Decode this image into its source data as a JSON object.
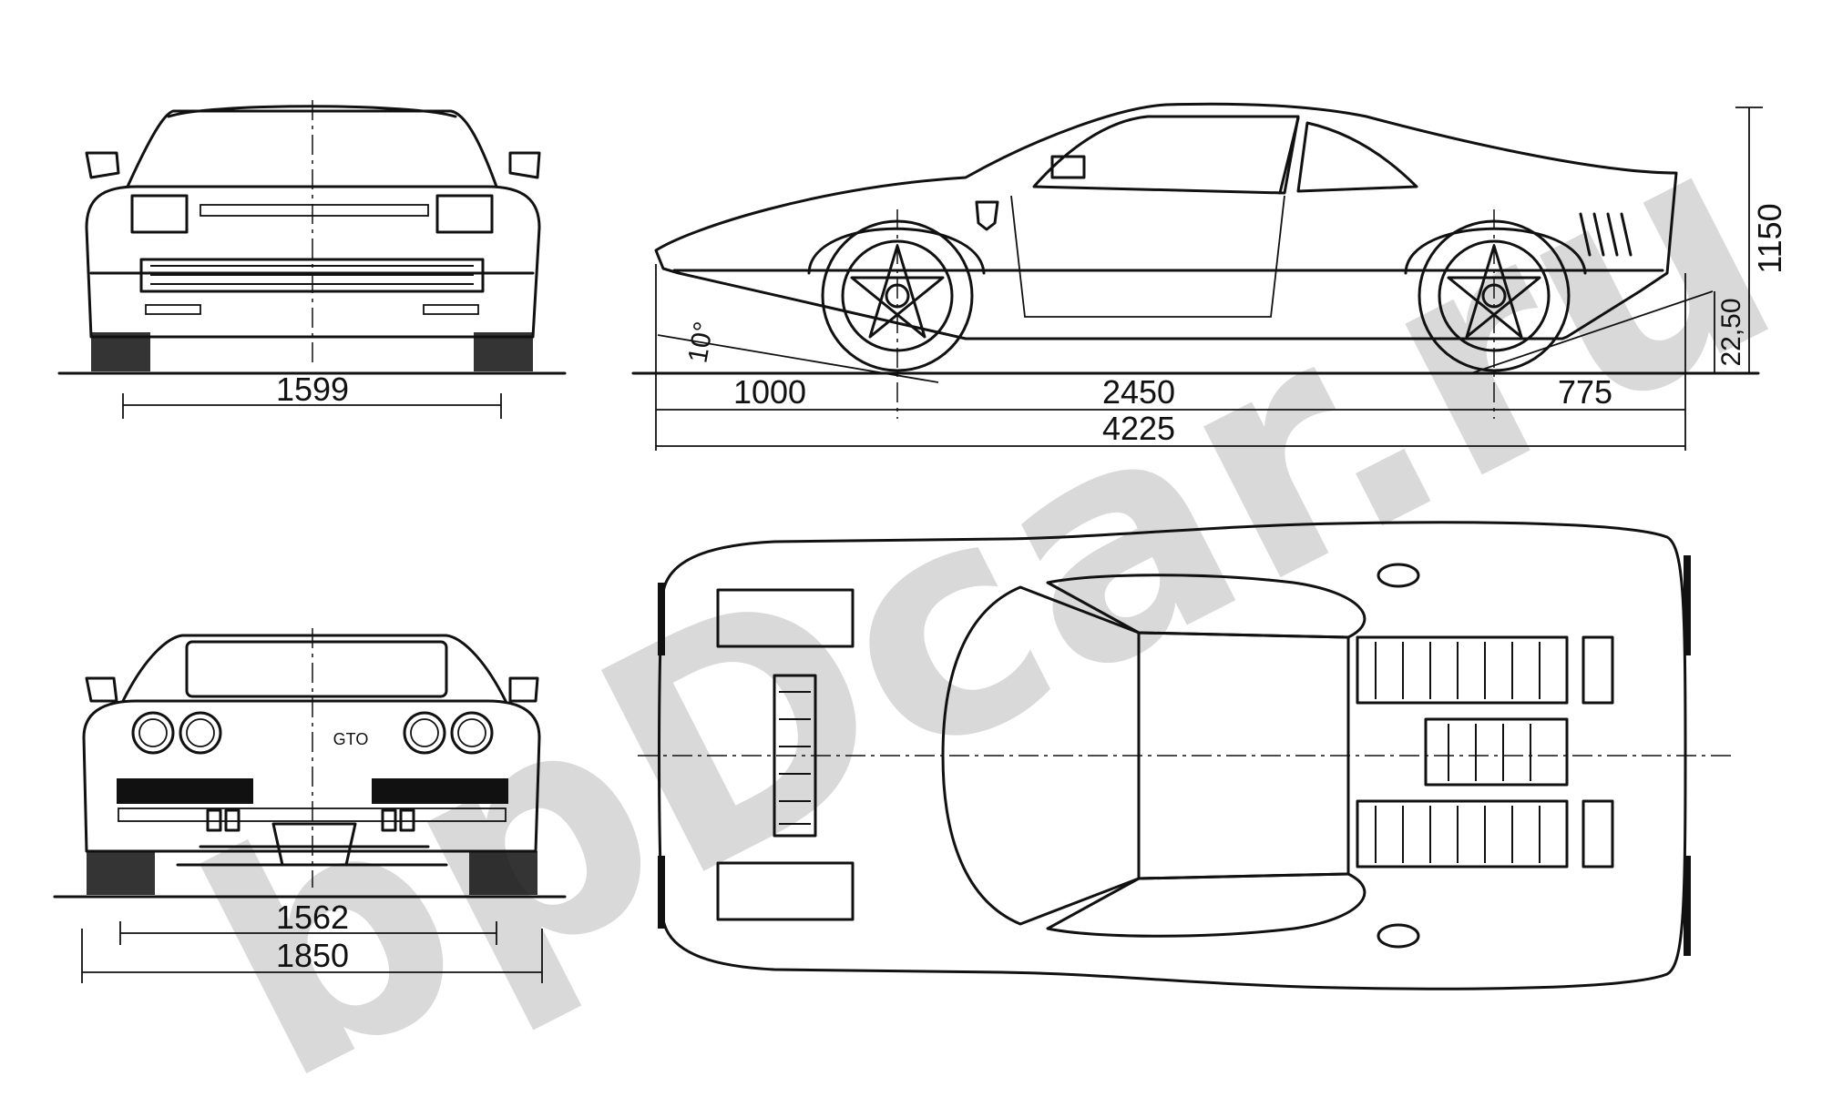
{
  "watermark": {
    "text": "bpDcar.ru",
    "color": "#d9d9d9"
  },
  "dimensions": {
    "front_track": "1599",
    "rear_track": "1562",
    "overall_width": "1850",
    "front_overhang": "1000",
    "wheelbase": "2450",
    "rear_overhang": "775",
    "overall_length": "4225",
    "overall_height": "1150",
    "departure_angle": "22,50",
    "approach_angle": "10°"
  },
  "badges": {
    "rear_badge": "GTO"
  },
  "views": [
    "front",
    "side",
    "rear",
    "top"
  ]
}
